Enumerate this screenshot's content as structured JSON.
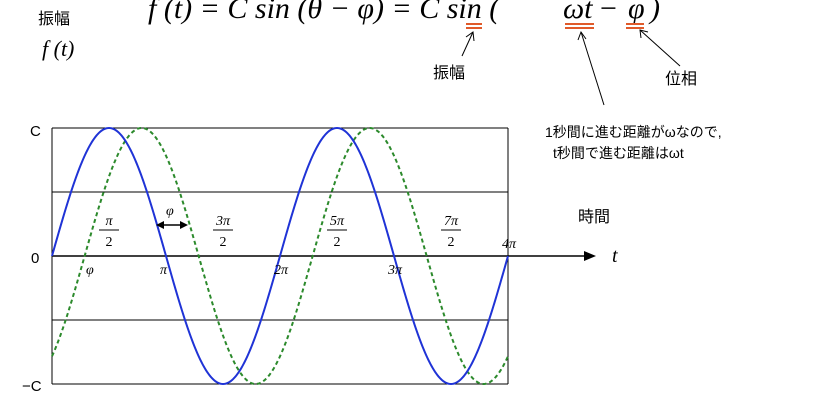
{
  "chart_data": {
    "type": "line",
    "equation": {
      "lhs": "f (t) = C sin (θ − φ) = C sin (",
      "omega_t": "ωt",
      "minus": " − ",
      "phi": "φ",
      "close": ")"
    },
    "y_axis_caption": "振幅",
    "y_axis_label": "f (t)",
    "x_axis_caption": "時間",
    "x_axis_label": "t",
    "y_ticks": [
      "C",
      "0",
      "−C"
    ],
    "y_range": [
      -1,
      1
    ],
    "x_range_rad": [
      0,
      12.566
    ],
    "x_ticks": [
      {
        "label": "π",
        "x": 3.1416
      },
      {
        "label": "2π",
        "x": 6.2832
      },
      {
        "label": "3π",
        "x": 9.4248
      },
      {
        "label": "4π",
        "x": 12.5664
      }
    ],
    "fraction_labels": [
      {
        "num": "π",
        "den": "2",
        "x": 1.5708
      },
      {
        "num": "3π",
        "den": "2",
        "x": 4.7124
      },
      {
        "num": "5π",
        "den": "2",
        "x": 7.854
      },
      {
        "num": "7π",
        "den": "2",
        "x": 10.9956
      }
    ],
    "phi_label": "φ",
    "phase_shift_rad": 0.9,
    "series": [
      {
        "style": "solid",
        "color": "#1f33d6",
        "amplitude": 1,
        "phase": 0
      },
      {
        "style": "dashed",
        "color": "#2c8a2c",
        "amplitude": 1,
        "phase": 0.9
      }
    ],
    "gridlines": [
      1,
      0.5,
      -0.5,
      -1
    ],
    "annotations": {
      "amplitude": "振幅",
      "phase": "位相",
      "note_line1": "1秒間に進む距離がωなので,",
      "note_line2": "t秒間で進む距離はωt"
    }
  },
  "colors": {
    "blue": "#1f33d6",
    "green": "#2c8a2c",
    "underline": "#e05a2a",
    "axis": "#000000"
  }
}
